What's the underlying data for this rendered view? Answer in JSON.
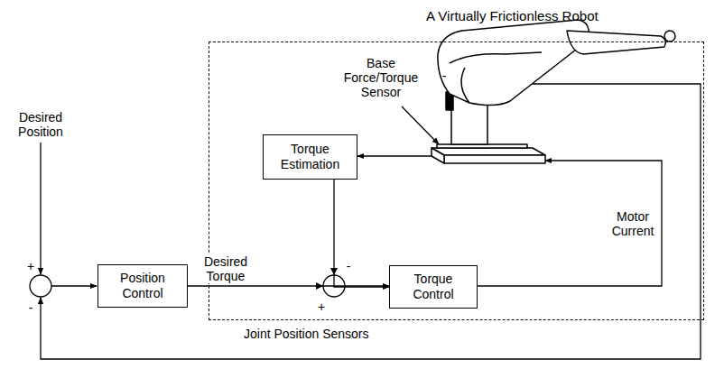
{
  "diagram": {
    "nodes": [
      {
        "text": [
          "A Virtually Frictionless Robot"
        ]
      },
      {
        "text": [
          "Torque Estimation"
        ],
        "in": 0
      },
      {
        "text": [
          "Position Control"
        ]
      },
      {
        "text": [
          "Torque Control"
        ],
        "in": 0
      }
    ],
    "edges": [
      {
        "from": 2,
        "to": 3,
        "arrow": "to",
        "label": "Desired Torque"
      },
      {
        "from": 1,
        "to": 3,
        "arrow": "to"
      }
    ],
    "labels": [
      "Desired Position",
      "+",
      "-",
      "+",
      "-",
      "Base Force/Torque Sensor",
      "-",
      "Motor Current",
      "Joint Position Sensors"
    ]
  }
}
